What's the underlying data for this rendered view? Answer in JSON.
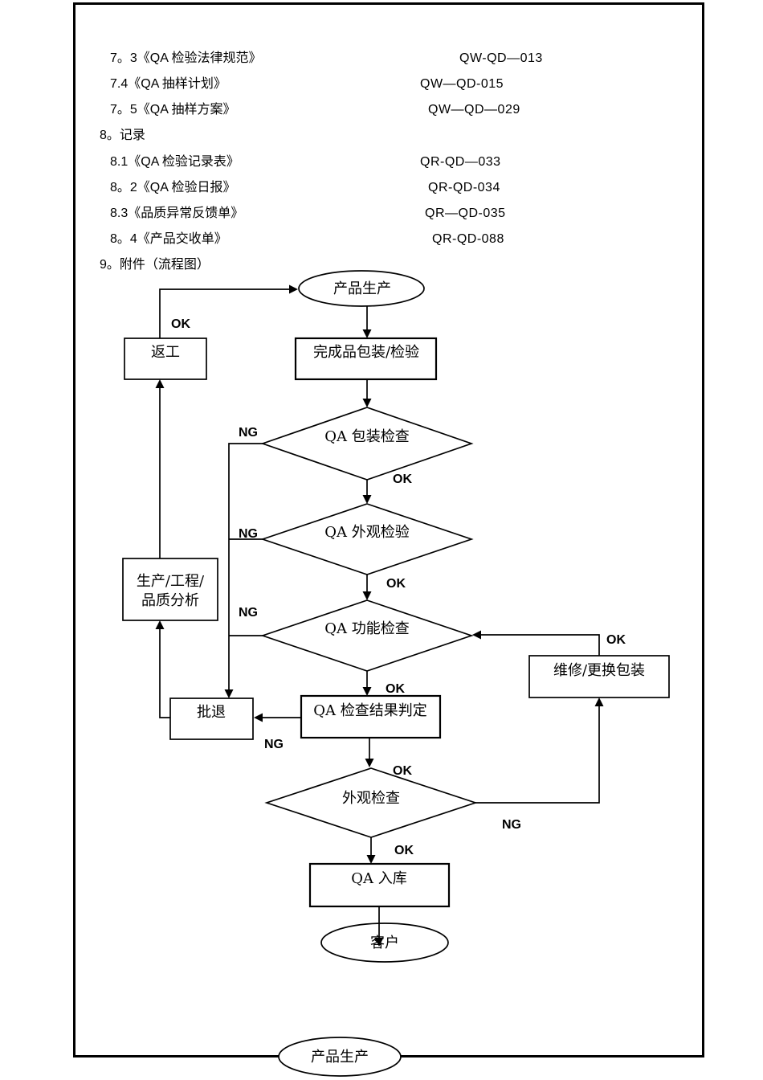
{
  "document_list": {
    "items": [
      {
        "label": "7。3《QA 检验法律规范》",
        "code": "QW-QD—013"
      },
      {
        "label": "7.4《QA 抽样计划》",
        "code": "QW—QD-015"
      },
      {
        "label": "7。5《QA 抽样方案》",
        "code": "QW—QD—029"
      },
      {
        "label": "8。记录",
        "code": ""
      },
      {
        "label": "8.1《QA 检验记录表》",
        "code": "QR-QD—033"
      },
      {
        "label": "8。2《QA 检验日报》",
        "code": "QR-QD-034"
      },
      {
        "label": "8.3《品质异常反馈单》",
        "code": "QR—QD-035"
      },
      {
        "label": "8。4《产品交收单》",
        "code": "QR-QD-088"
      },
      {
        "label": "9。附件（流程图）",
        "code": ""
      }
    ]
  },
  "flowchart": {
    "nodes": {
      "start": "产品生产",
      "rework": "返工",
      "finished_packing": "完成品包装/检验",
      "qa_packing_check": "QA 包装检查",
      "qa_appearance_inspect": "QA 外观检验",
      "analysis_line1": "生产/工程/",
      "analysis_line2": "品质分析",
      "qa_function_check": "QA 功能检查",
      "repair_repack": "维修/更换包装",
      "batch_reject": "批退",
      "qa_result_judgement": "QA 检查结果判定",
      "appearance_check": "外观检查",
      "qa_warehouse": "QA 入库",
      "customer": "客户",
      "end": "产品生产"
    },
    "labels": {
      "ok": "OK",
      "ng": "NG"
    },
    "colors": {
      "line": "#000000",
      "fill": "#ffffff"
    }
  }
}
